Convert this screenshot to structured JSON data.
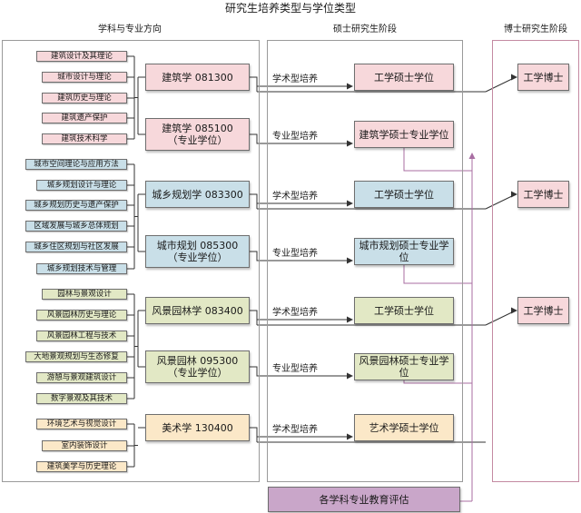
{
  "title": "研究生培养类型与学位类型",
  "columns": {
    "discipline": "学科与专业方向",
    "master": "硕士研究生阶段",
    "doctor": "博士研究生阶段"
  },
  "colors": {
    "architecture": "#f7d8db",
    "planning": "#c9dfe8",
    "landscape": "#e2e8c5",
    "art": "#fbe8c8",
    "evaluation": "#c9a6c9",
    "doctor_line": "#a86ea2"
  },
  "groups": [
    {
      "key": "architecture",
      "directions": [
        "建筑设计及其理论",
        "城市设计与理论",
        "建筑历史与理论",
        "建筑遗产保护",
        "建筑技术科学"
      ],
      "programs": [
        {
          "name": "建筑学 081300",
          "sub": "",
          "track": "学术型培养",
          "degree": "工学硕士学位"
        },
        {
          "name": "建筑学 085100",
          "sub": "（专业学位）",
          "track": "专业型培养",
          "degree": "建筑学硕士专业学位"
        }
      ],
      "doctor": "工学博士"
    },
    {
      "key": "planning",
      "directions": [
        "城市空间理论与应用方法",
        "城乡规划设计与理论",
        "城乡规划历史与遗产保护",
        "区域发展与城乡总体规划",
        "城乡住区规划与社区发展",
        "城乡规划技术与管理"
      ],
      "programs": [
        {
          "name": "城乡规划学 083300",
          "sub": "",
          "track": "学术型培养",
          "degree": "工学硕士学位"
        },
        {
          "name": "城市规划 085300",
          "sub": "（专业学位）",
          "track": "专业型培养",
          "degree": "城市规划硕士专业学位"
        }
      ],
      "doctor": "工学博士"
    },
    {
      "key": "landscape",
      "directions": [
        "园林与景观设计",
        "风景园林历史与理论",
        "风景园林工程与技术",
        "大地景观规划与生态修复",
        "游憩与景观建筑设计",
        "数字景观及其技术"
      ],
      "programs": [
        {
          "name": "风景园林学 083400",
          "sub": "",
          "track": "学术型培养",
          "degree": "工学硕士学位"
        },
        {
          "name": "风景园林 095300",
          "sub": "（专业学位）",
          "track": "专业型培养",
          "degree": "风景园林硕士专业学位"
        }
      ],
      "doctor": "工学博士"
    },
    {
      "key": "art",
      "directions": [
        "环境艺术与视觉设计",
        "室内装饰设计",
        "建筑美学与历史理论"
      ],
      "programs": [
        {
          "name": "美术学 130400",
          "sub": "",
          "track": "学术型培养",
          "degree": "艺术学硕士学位"
        }
      ],
      "doctor": ""
    }
  ],
  "evaluation": "各学科专业教育评估"
}
